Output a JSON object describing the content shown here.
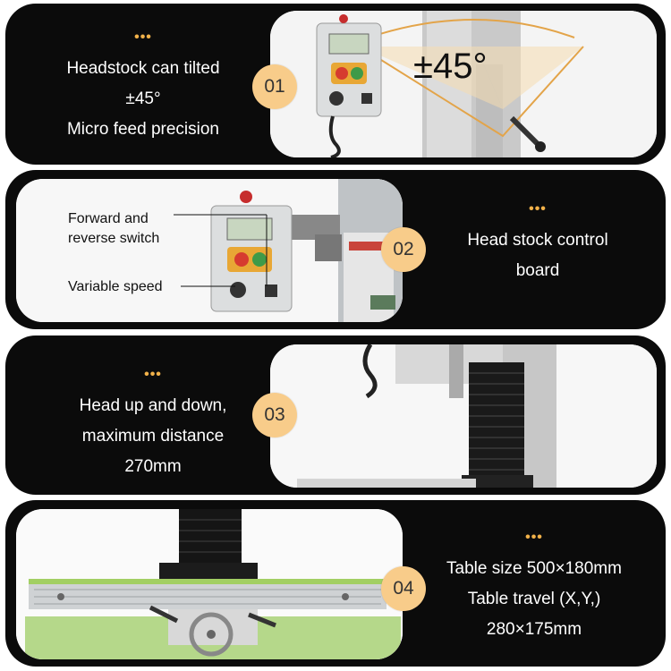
{
  "sections": [
    {
      "number": "01",
      "dots": "•••",
      "lines": [
        "Headstock can tilted",
        "±45°",
        "Micro feed precision"
      ],
      "overlay_text": "±45°"
    },
    {
      "number": "02",
      "dots": "•••",
      "lines": [
        "Head stock control",
        "board"
      ],
      "callouts": [
        "Forward and",
        "reverse switch",
        "Variable speed"
      ]
    },
    {
      "number": "03",
      "dots": "•••",
      "lines": [
        "Head up and down,",
        "maximum distance",
        "270mm"
      ]
    },
    {
      "number": "04",
      "dots": "•••",
      "lines": [
        "Table size 500×180mm",
        "Table travel (X,Y,)",
        "280×175mm"
      ]
    }
  ],
  "colors": {
    "card_bg": "#0b0b0b",
    "badge": "#f8cc8a",
    "dots": "#f2b24a",
    "text": "#ffffff"
  }
}
